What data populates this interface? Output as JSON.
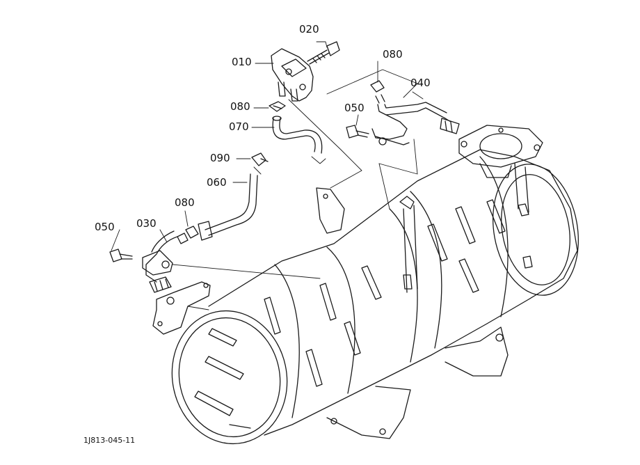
{
  "diagram": {
    "parts": [
      {
        "id": "p010",
        "label": "010"
      },
      {
        "id": "p020",
        "label": "020"
      },
      {
        "id": "p030",
        "label": "030"
      },
      {
        "id": "p040",
        "label": "040"
      },
      {
        "id": "p050a",
        "label": "050"
      },
      {
        "id": "p050b",
        "label": "050"
      },
      {
        "id": "p060",
        "label": "060"
      },
      {
        "id": "p070",
        "label": "070"
      },
      {
        "id": "p080a",
        "label": "080"
      },
      {
        "id": "p080b",
        "label": "080"
      },
      {
        "id": "p080c",
        "label": "080"
      },
      {
        "id": "p090",
        "label": "090"
      }
    ],
    "figure_code": "1J813-045-11",
    "line_color": "#1a1a1a"
  }
}
